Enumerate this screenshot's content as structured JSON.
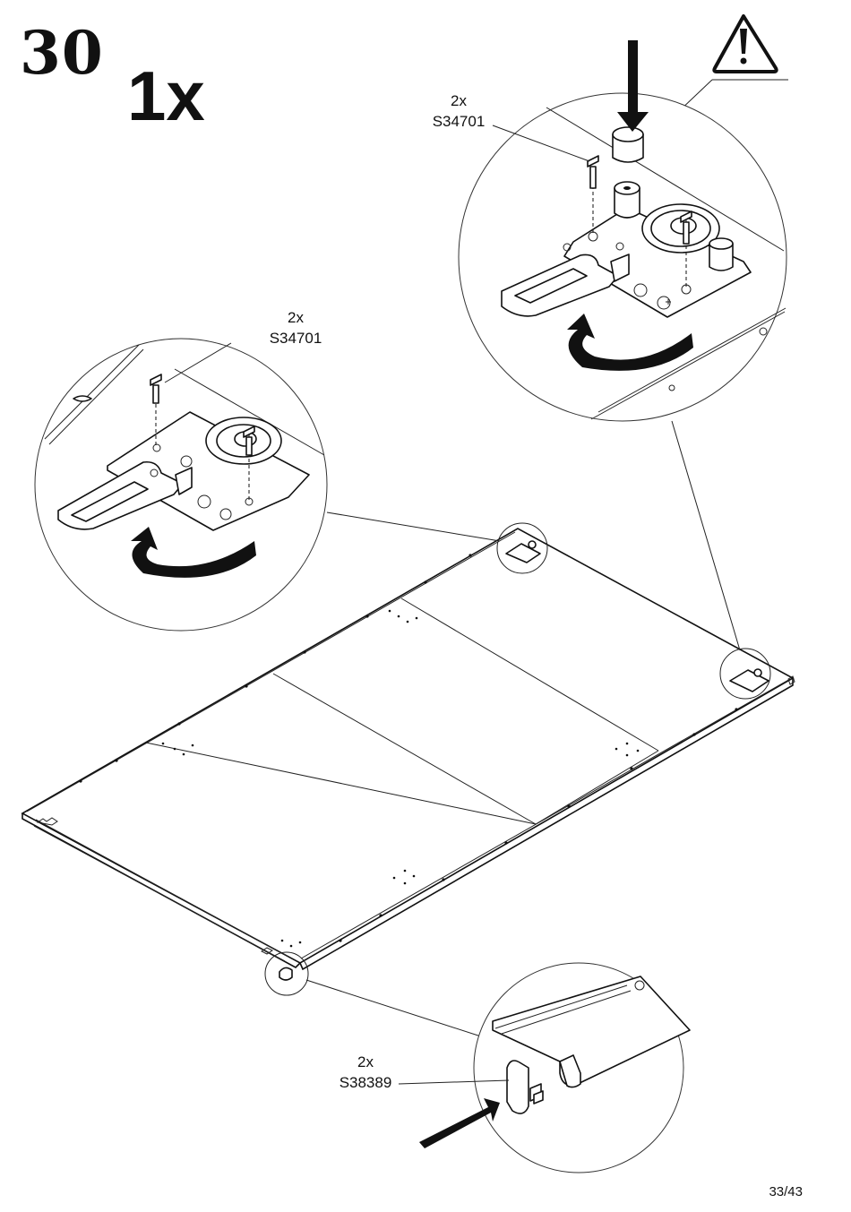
{
  "page": {
    "step_number": "30",
    "quantity": "1x",
    "page_number": "33/43"
  },
  "callouts": {
    "top_right": {
      "qty": "2x",
      "part": "S34701"
    },
    "left": {
      "qty": "2x",
      "part": "S34701"
    },
    "bottom": {
      "qty": "2x",
      "part": "S38389"
    }
  },
  "icons": {
    "warning": "warning-triangle-icon",
    "rotate": "rotate-arrow-icon",
    "insert": "insert-arrow-icon"
  }
}
